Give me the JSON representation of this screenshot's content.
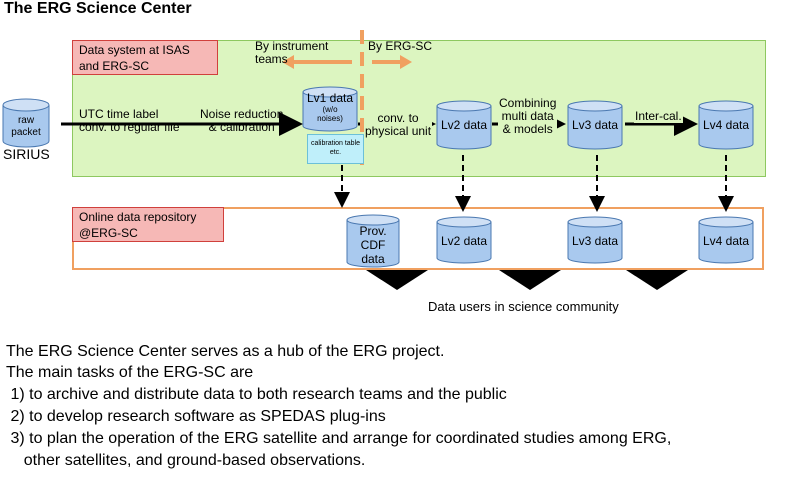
{
  "title": "The ERG Science Center",
  "data_system_label": "Data system at ISAS\nand ERG-SC",
  "repo_label": "Online data repository\n@ERG-SC",
  "by_instrument": "By instrument\nteams",
  "by_ergsc": "By ERG-SC",
  "raw_packet": "raw\npacket",
  "sirius": "SIRIUS",
  "utc_label": "UTC time label\nconv. to regular file",
  "noise_label": "Noise reduction\n& calibration",
  "lv1": "Lv1 data",
  "lv1_sub": "(w/o\nnoises)",
  "calibration": "calibration table\netc.",
  "conv_label": "conv. to\nphysical unit",
  "combining_label": "Combining\nmulti data\n& models",
  "intercal_label": "Inter-cal.",
  "lv2": "Lv2 data",
  "lv3": "Lv3 data",
  "lv4": "Lv4 data",
  "prov": "Prov.\nCDF\ndata",
  "data_users": "Data users in science community",
  "paragraph": [
    "The ERG Science Center serves as a hub of the ERG project.",
    "The main tasks of the ERG-SC are",
    " 1) to archive and distribute data to both research teams and the public",
    " 2) to develop research software as SPEDAS plug-ins",
    " 3) to plan the operation of the ERG satellite and arrange for coordinated studies among ERG,",
    "    other satellites, and ground-based observations."
  ],
  "colors": {
    "panel_green": "#dcf5c0",
    "cylinder_blue": "#a9c9ee",
    "divider_orange": "#f0a060",
    "label_pink": "#f6b8b6"
  }
}
